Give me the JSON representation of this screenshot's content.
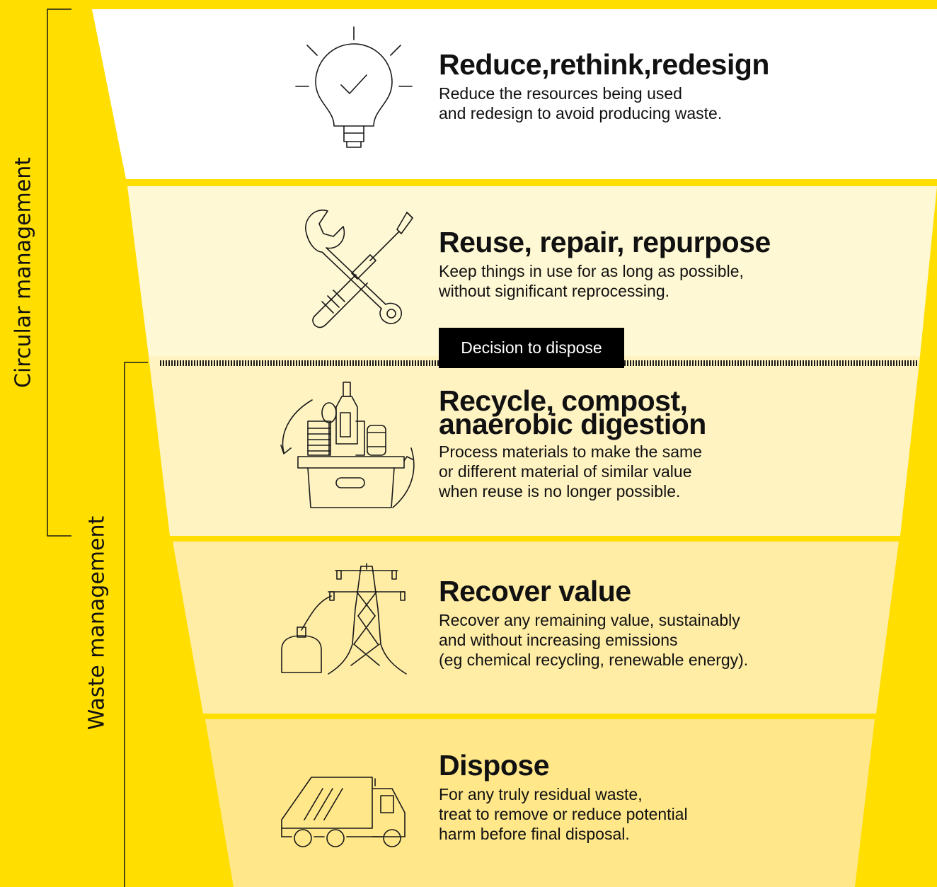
{
  "colors": {
    "background": "#FFDE00",
    "tier_1": "#FFFFFF",
    "tier_2": "#FFF8D4",
    "tier_3": "#FFF3C2",
    "tier_4": "#FFEDA6",
    "tier_5": "#FFE78A",
    "line": "#1A1A1A"
  },
  "side_labels": {
    "circular": "Circular management",
    "waste": "Waste management"
  },
  "decision": {
    "label": "Decision to dispose"
  },
  "tiers": [
    {
      "icon": "lightbulb-check-icon",
      "title": "Reduce,rethink,redesign",
      "description": "Reduce the resources being used\nand redesign to avoid producing waste."
    },
    {
      "icon": "wrench-screwdriver-icon",
      "title": "Reuse, repair, repurpose",
      "description": "Keep things in use for as long as possible,\nwithout significant reprocessing."
    },
    {
      "icon": "recycling-bin-icon",
      "title": "Recycle, compost,\nanaerobic digestion",
      "description": "Process materials to make the same\nor different material of similar value\nwhen reuse is no longer possible."
    },
    {
      "icon": "power-pylon-icon",
      "title": "Recover value",
      "description": "Recover any remaining value, sustainably\nand without increasing emissions\n(eg chemical recycling, renewable energy)."
    },
    {
      "icon": "garbage-truck-icon",
      "title": "Dispose",
      "description": "For any truly residual waste,\ntreat to remove or reduce potential\nharm before final disposal."
    }
  ]
}
